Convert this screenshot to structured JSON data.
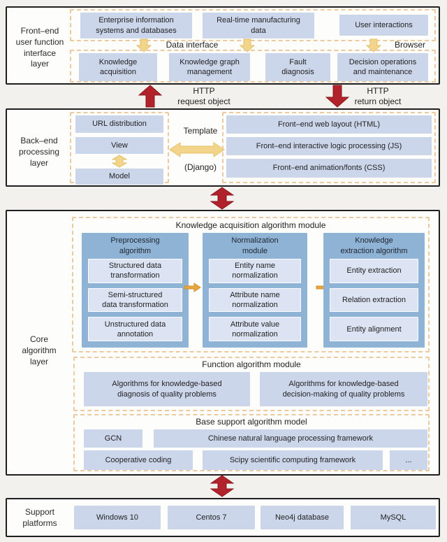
{
  "figure": {
    "name": "System architecture diagram"
  },
  "colors": {
    "box-fill": "#ccd6eb",
    "column-fill": "#8fb3d4",
    "item-fill": "#dce4f3",
    "arrow-red": "#b1222a",
    "arrow-yellow": "#f2d58b",
    "arrow-orange": "#e9a63c",
    "dashed-border": "#edc9a0"
  },
  "layers": {
    "frontend": {
      "label": "Front–end\nuser function\ninterface\nlayer",
      "top_row": [
        "Enterprise information\nsystems and databases",
        "Real-time manufacturing\ndata",
        "User interactions"
      ],
      "divider_label": "Data interface",
      "browser_label": "Browser",
      "bottom_row": [
        "Knowledge\nacquisition",
        "Knowledge graph\nmanagement",
        "Fault\ndiagnosis",
        "Decision operations\nand maintenance"
      ]
    },
    "backend": {
      "label": "Back–end\nprocessing\nlayer",
      "mvc": [
        "URL distribution",
        "View",
        "Model"
      ],
      "template_top": "Template",
      "template_bottom": "(Django)",
      "outputs": [
        "Front–end web layout (HTML)",
        "Front–end interactive logic processing (JS)",
        "Front–end animation/fonts (CSS)"
      ]
    },
    "core": {
      "label": "Core\nalgorithm\nlayer",
      "knowledge_module": {
        "title": "Knowledge acquisition algorithm module",
        "columns": [
          {
            "header": "Preprocessing\nalgorithm",
            "items": [
              "Structured data\ntransformation",
              "Semi-structured\ndata transformation",
              "Unstructured data\nannotation"
            ]
          },
          {
            "header": "Normalization\nmodule",
            "items": [
              "Entity name\nnormalization",
              "Attribute name\nnormalization",
              "Attribute value\nnormalization"
            ]
          },
          {
            "header": "Knowledge\nextraction algorithm",
            "items": [
              "Entity extraction",
              "Relation extraction",
              "Entity alignment"
            ]
          }
        ]
      },
      "function_module": {
        "title": "Function algorithm module",
        "items": [
          "Algorithms for knowledge-based\ndiagnosis of quality problems",
          "Algorithms for knowledge-based\ndecision-making of quality problems"
        ]
      },
      "base_module": {
        "title": "Base support algorithm model",
        "row1": [
          "GCN",
          "Chinese natural language processing framework"
        ],
        "row2": [
          "Cooperative coding",
          "Scipy scientific computing framework",
          "..."
        ]
      }
    },
    "support": {
      "label": "Support\nplatforms",
      "items": [
        "Windows 10",
        "Centos 7",
        "Neo4j database",
        "MySQL"
      ]
    }
  },
  "connectors": {
    "http_request": "HTTP\nrequest object",
    "http_return": "HTTP\nreturn object"
  }
}
